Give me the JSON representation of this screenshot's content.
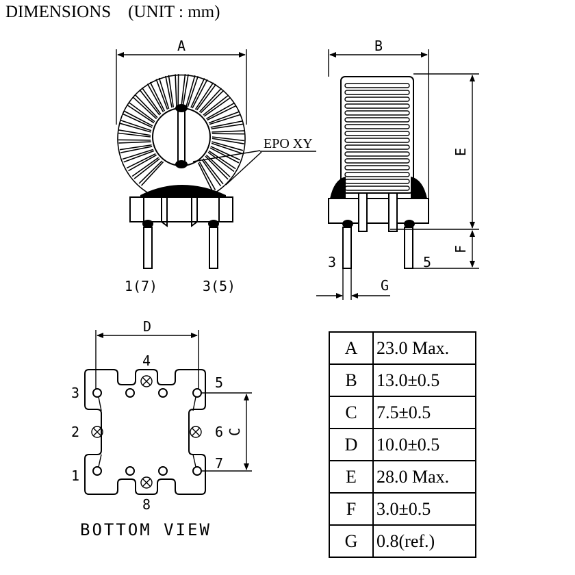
{
  "title": "DIMENSIONS    (UNIT : mm)",
  "labels": {
    "A": "A",
    "B": "B",
    "C": "C",
    "D": "D",
    "E": "E",
    "F": "F",
    "G": "G",
    "epo": "EPO XY",
    "pin_left": "1(7)",
    "pin_right": "3(5)",
    "side_3": "3",
    "side_5": "5",
    "bottom_view": "BOTTOM VIEW",
    "p1": "1",
    "p2": "2",
    "p3": "3",
    "p4": "4",
    "p5": "5",
    "p6": "6",
    "p7": "7",
    "p8": "8"
  },
  "dimension_table": [
    {
      "key": "A",
      "value": "23.0 Max."
    },
    {
      "key": "B",
      "value": "13.0±0.5"
    },
    {
      "key": "C",
      "value": "7.5±0.5"
    },
    {
      "key": "D",
      "value": "10.0±0.5"
    },
    {
      "key": "E",
      "value": "28.0 Max."
    },
    {
      "key": "F",
      "value": "3.0±0.5"
    },
    {
      "key": "G",
      "value": "0.8(ref.)"
    }
  ]
}
